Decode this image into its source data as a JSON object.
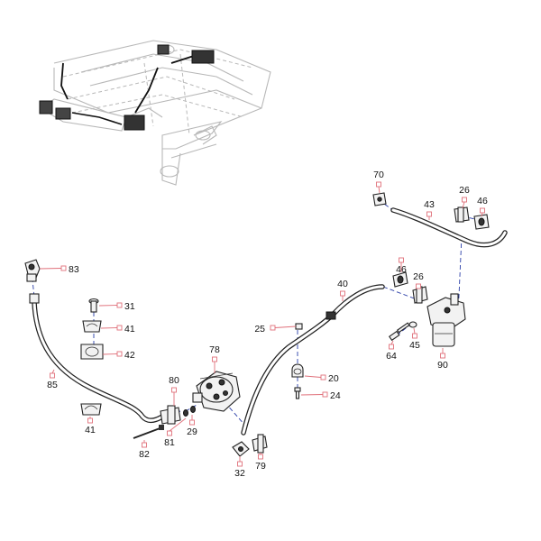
{
  "callouts": [
    {
      "id": "c70",
      "label": "70"
    },
    {
      "id": "c26a",
      "label": "26"
    },
    {
      "id": "c46a",
      "label": "46"
    },
    {
      "id": "c43",
      "label": "43"
    },
    {
      "id": "c83",
      "label": "83"
    },
    {
      "id": "c31",
      "label": "31"
    },
    {
      "id": "c41a",
      "label": "41"
    },
    {
      "id": "c42",
      "label": "42"
    },
    {
      "id": "c85",
      "label": "85"
    },
    {
      "id": "c41b",
      "label": "41"
    },
    {
      "id": "c40",
      "label": "40"
    },
    {
      "id": "c46b",
      "label": "46"
    },
    {
      "id": "c26b",
      "label": "26"
    },
    {
      "id": "c25",
      "label": "25"
    },
    {
      "id": "c78",
      "label": "78"
    },
    {
      "id": "c80",
      "label": "80"
    },
    {
      "id": "c81",
      "label": "81"
    },
    {
      "id": "c29",
      "label": "29"
    },
    {
      "id": "c82",
      "label": "82"
    },
    {
      "id": "c20",
      "label": "20"
    },
    {
      "id": "c24",
      "label": "24"
    },
    {
      "id": "c64",
      "label": "64"
    },
    {
      "id": "c45",
      "label": "45"
    },
    {
      "id": "c90",
      "label": "90"
    },
    {
      "id": "c32",
      "label": "32"
    },
    {
      "id": "c79",
      "label": "79"
    }
  ],
  "colors": {
    "leader_line": "#e0707a",
    "callout_box_border": "#e0707a",
    "center_line": "#2b3fa8",
    "part_outline": "#222222"
  }
}
